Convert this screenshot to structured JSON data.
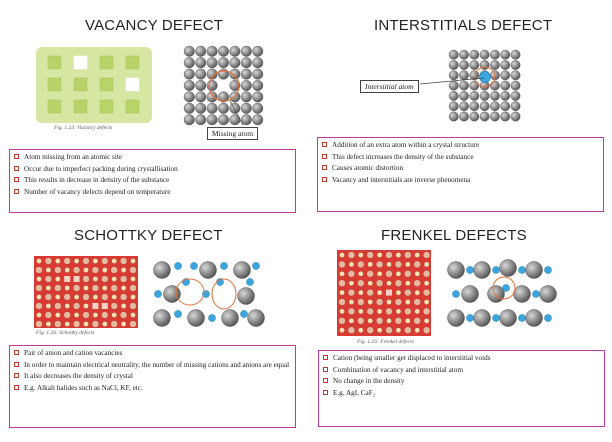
{
  "vacancy": {
    "title": "VACANCY DEFECT",
    "caption": "Fig. 1.23: Vacancy defects",
    "label": "Missing atom",
    "points": [
      "Atom missing from an atomic site",
      "Occur due to imperfect packing during crystallisation",
      "This results in decrease in density of the substance",
      "Number of vacancy defects depend on temperature"
    ]
  },
  "interstitial": {
    "title": "INTERSTITIALS DEFECT",
    "label": "Interstitial atom",
    "points": [
      "Addition of an extra atom within a crystal structure",
      "This defect increases the density of the substance",
      "Causes atomic distortion",
      "Vacancy and interstitials are inverse phenomena"
    ]
  },
  "schottky": {
    "title": "SCHOTTKY DEFECT",
    "caption": "Fig. 1.26: Schottky defects",
    "points": [
      "Pair of anion and cation vacancies",
      "In order to maintain electrical neutrality, the number of missing cations and anions are equal",
      "It also decreases the density of crystal",
      "E.g. Alkali halides such as NaCl, KF, etc."
    ]
  },
  "frenkel": {
    "title": "FRENKEL DEFECTS",
    "caption": "Fig. 1.25: Frenkel defects",
    "points": [
      "Cation (being smaller get displaced to interstitial voids",
      "Combination of vacancy and interstitial atom",
      "No change in the density",
      "E.g. AgI, CaF₂"
    ]
  },
  "colors": {
    "border": "#c0399e",
    "bullet": "#c0392b",
    "lattice_red": "#d93a32",
    "cation_blue": "#3aa6dd",
    "grey_atom": "#7f7f7f",
    "green_panel": "#d6e6a3"
  }
}
